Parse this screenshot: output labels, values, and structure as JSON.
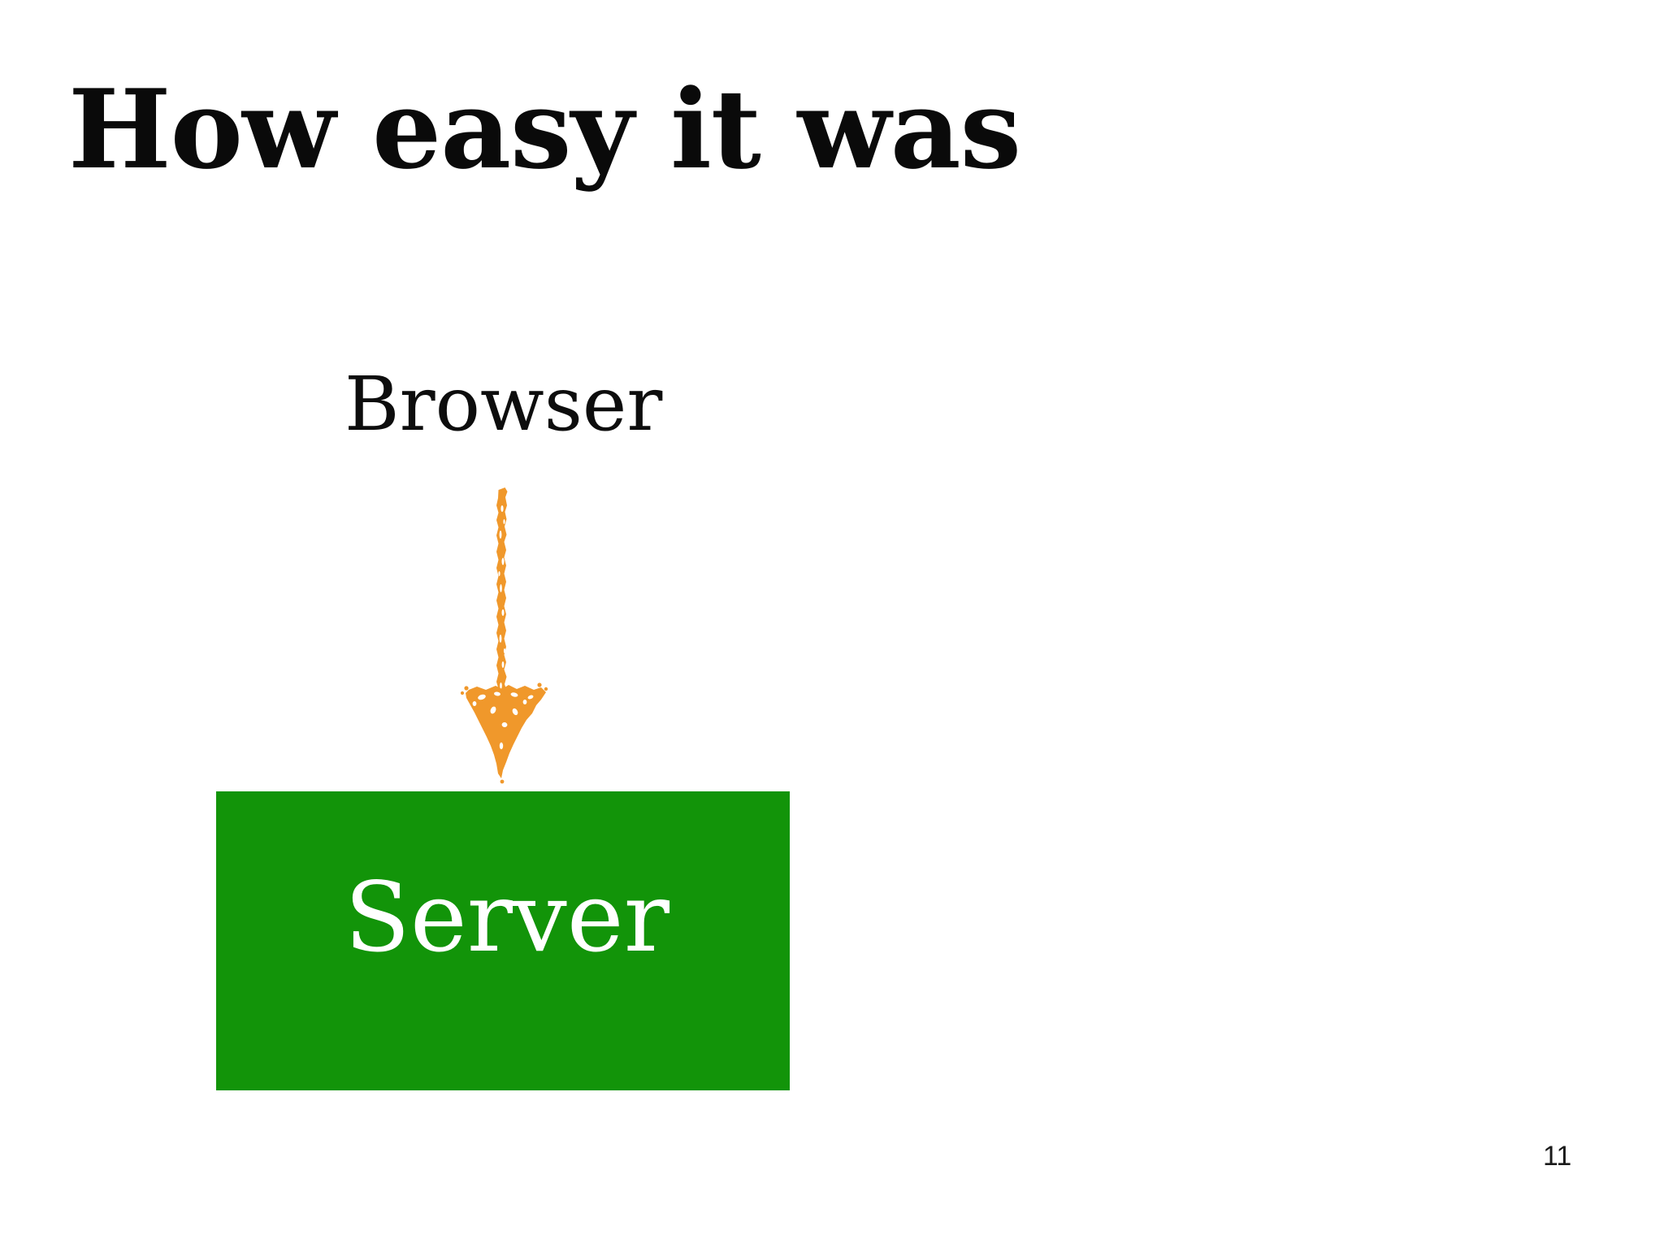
{
  "slide": {
    "title": "How easy it was",
    "page_number": "11",
    "background_color": "#ffffff"
  },
  "diagram": {
    "nodes": [
      {
        "id": "browser",
        "label": "Browser",
        "shape": "text",
        "text_color": "#0d0d0d",
        "fill": "none"
      },
      {
        "id": "server",
        "label": "Server",
        "shape": "rectangle",
        "text_color": "#ffffff",
        "fill": "#129409"
      }
    ],
    "edges": [
      {
        "id": "browser-to-server",
        "from": "browser",
        "to": "server",
        "direction": "down",
        "style": "hand-drawn-arrow",
        "color": "#f0982b"
      }
    ]
  },
  "colors": {
    "title": "#0a0a0a",
    "arrow_orange": "#f0982b",
    "server_green": "#129409",
    "server_text": "#ffffff",
    "page_number": "#1a1a1a"
  }
}
